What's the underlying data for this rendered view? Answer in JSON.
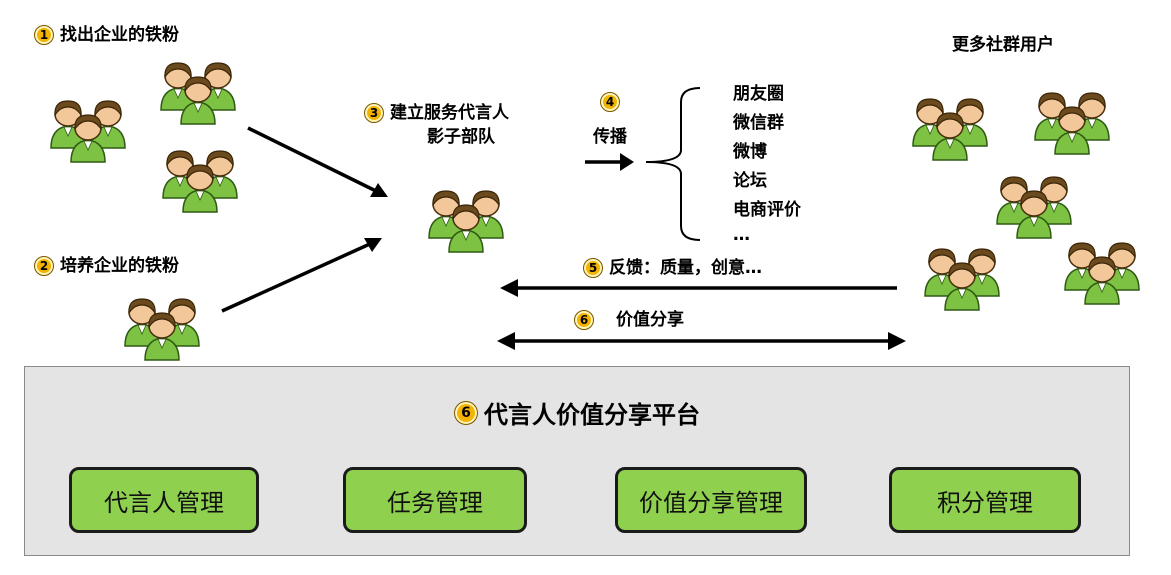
{
  "steps": {
    "s1": {
      "num": "1",
      "label": "找出企业的铁粉"
    },
    "s2": {
      "num": "2",
      "label": "培养企业的铁粉"
    },
    "s3": {
      "num": "3",
      "line1": "建立服务代言人",
      "line2": "影子部队"
    },
    "s4": {
      "num": "4",
      "label": "传播"
    },
    "s5": {
      "num": "5",
      "label": "反馈：质量，创意…"
    },
    "s6": {
      "num": "6",
      "label": "价值分享"
    }
  },
  "community_label": "更多社群用户",
  "channels": [
    "朋友圈",
    "微信群",
    "微博",
    "论坛",
    "电商评价",
    "…"
  ],
  "platform": {
    "num": "6",
    "title": "代言人价值分享平台",
    "modules": [
      "代言人管理",
      "任务管理",
      "价值分享管理",
      "积分管理"
    ]
  },
  "colors": {
    "badge": "#f2b400",
    "module_fill": "#8fd14f",
    "platform_bg": "#e4e4e4",
    "person_shirt": "#7dc242",
    "person_hair": "#6b4a1e",
    "person_skin": "#f2c89a"
  },
  "icons": [
    "people-group-icon"
  ]
}
